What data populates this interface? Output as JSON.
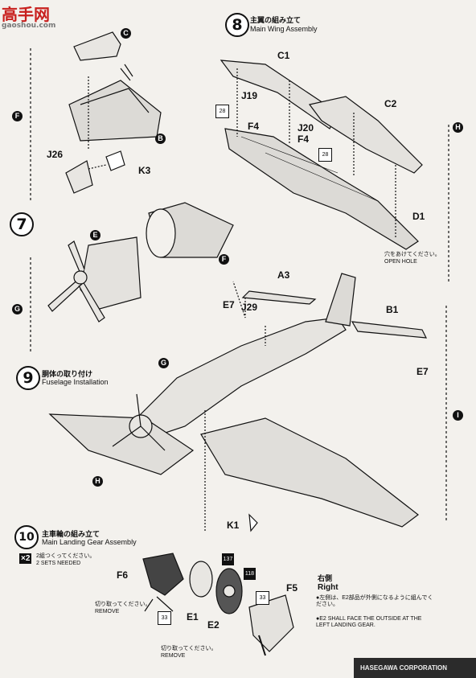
{
  "watermark": {
    "text": "高手网",
    "sub": "gaoshou.com"
  },
  "step8": {
    "number": "8",
    "title_jp": "主翼の組み立て",
    "title_en": "Main Wing Assembly"
  },
  "step7": {
    "number": "7"
  },
  "step9": {
    "number": "9",
    "title_jp": "胴体の取り付け",
    "title_en": "Fuselage Installation"
  },
  "step10": {
    "number": "10",
    "title_jp": "主車輪の組み立て",
    "title_en": "Main Landing Gear Assembly"
  },
  "multiplier": {
    "badge": "×2",
    "jp": "2組つくってください。",
    "en": "2 SETS NEEDED"
  },
  "open_hole": {
    "jp": "穴をあけてください。",
    "en": "OPEN HOLE"
  },
  "remove1": {
    "jp": "切り取ってください。",
    "en": "REMOVE"
  },
  "remove2": {
    "jp": "切り取ってください。",
    "en": "REMOVE"
  },
  "right_side": {
    "jp": "右側",
    "en": "Right",
    "note1_jp": "●左側は、E2部品が外側になるように組んでください。",
    "note1_en": "●E2 SHALL FACE THE OUTSIDE AT THE LEFT LANDING GEAR."
  },
  "circle_refs": {
    "C": "C",
    "B": "B",
    "F1": "F",
    "F2": "F",
    "E": "E",
    "G1": "G",
    "G2": "G",
    "H1": "H",
    "H2": "H",
    "I": "I"
  },
  "parts": {
    "J26": "J26",
    "K3": "K3",
    "C1": "C1",
    "C2": "C2",
    "J19": "J19",
    "F4a": "F4",
    "J20": "J20",
    "F4b": "F4",
    "D1": "D1",
    "A3": "A3",
    "E7a": "E7",
    "J29": "J29",
    "B1": "B1",
    "E7b": "E7",
    "K1": "K1",
    "F6": "F6",
    "E1": "E1",
    "E2": "E2",
    "F5": "F5"
  },
  "callouts": {
    "n28a": "28",
    "n28b": "28",
    "n137": "137",
    "n118": "118",
    "n33a": "33",
    "n33b": "33"
  },
  "footer": "HASEGAWA CORPORATION"
}
